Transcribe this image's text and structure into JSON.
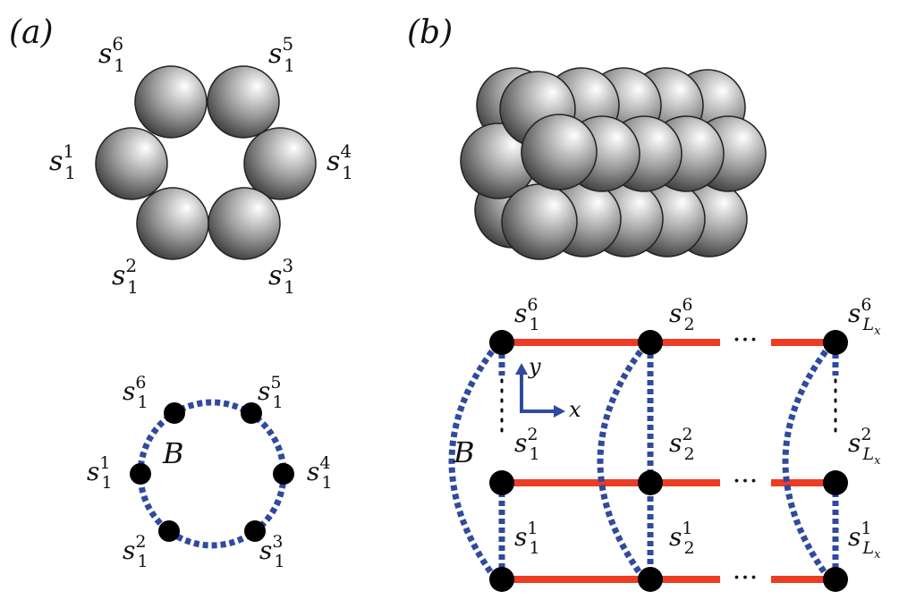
{
  "panels": {
    "a": "(a)",
    "b": "(b)"
  },
  "symbol": "s",
  "label_B": "B",
  "axes": {
    "x": "x",
    "y": "y"
  },
  "ellipsis": "···",
  "colors": {
    "sphere_light": "#ffffff",
    "sphere_mid": "#9a9a9a",
    "sphere_dark": "#3e3e3e",
    "inter_chain": "#ee3b24",
    "intra_chain": "#2f4a9e",
    "node": "#000000",
    "axes": "#2f4a9e"
  },
  "a_spheres": [
    {
      "sub": "1",
      "sup": "6"
    },
    {
      "sub": "1",
      "sup": "5"
    },
    {
      "sub": "1",
      "sup": "1"
    },
    {
      "sub": "1",
      "sup": "4"
    },
    {
      "sub": "1",
      "sup": "2"
    },
    {
      "sub": "1",
      "sup": "3"
    }
  ],
  "a_ring": [
    {
      "sub": "1",
      "sup": "6"
    },
    {
      "sub": "1",
      "sup": "5"
    },
    {
      "sub": "1",
      "sup": "1"
    },
    {
      "sub": "1",
      "sup": "4"
    },
    {
      "sub": "1",
      "sup": "2"
    },
    {
      "sub": "1",
      "sup": "3"
    }
  ],
  "b_grid": [
    {
      "sub": "1",
      "sup": "6"
    },
    {
      "sub": "2",
      "sup": "6"
    },
    {
      "sub": "L",
      "subsub": "x",
      "sup": "6"
    },
    {
      "sub": "1",
      "sup": "2"
    },
    {
      "sub": "2",
      "sup": "2"
    },
    {
      "sub": "L",
      "subsub": "x",
      "sup": "2"
    },
    {
      "sub": "1",
      "sup": "1"
    },
    {
      "sub": "2",
      "sup": "1"
    },
    {
      "sub": "L",
      "subsub": "x",
      "sup": "1"
    }
  ]
}
